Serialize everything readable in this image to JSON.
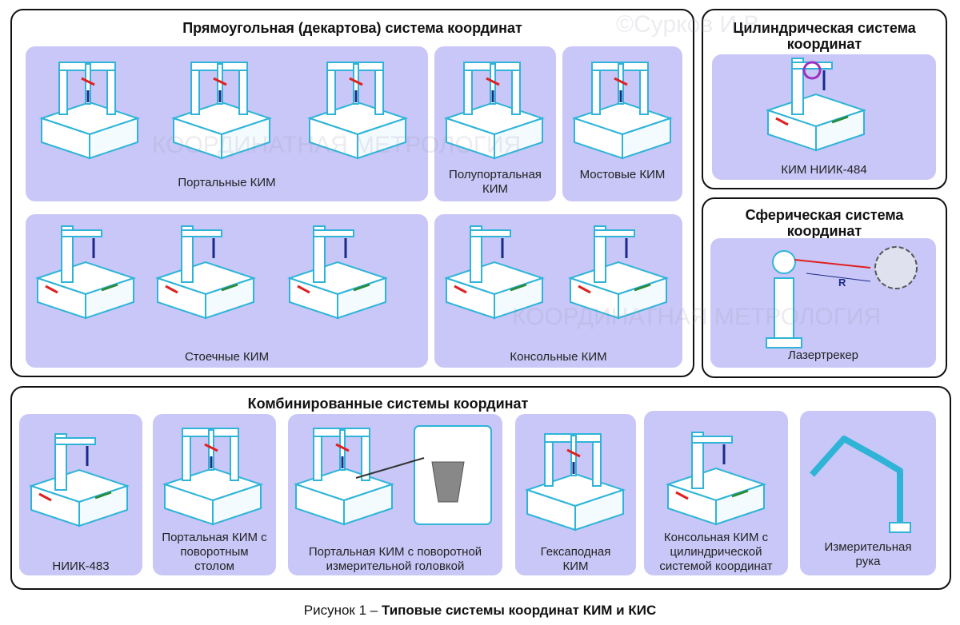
{
  "cartesian": {
    "title": "Прямоугольная (декартова) система координат",
    "portal": "Портальные  КИМ",
    "semi_portal": "Полупортальная КИМ",
    "bridge": "Мостовые КИМ",
    "column": "Стоечные КИМ",
    "cantilever": "Консольные КИМ"
  },
  "cylindrical": {
    "title": "Цилиндрическая система координат",
    "label": "КИМ НИИК-484"
  },
  "spherical": {
    "title": "Сферическая система координат",
    "label": "Лазертрекер",
    "r_label": "R"
  },
  "combined": {
    "title": "Комбинированные системы координат",
    "items": [
      {
        "label": "НИИК-483"
      },
      {
        "label": "Портальная  КИМ с поворотным столом"
      },
      {
        "label": "Портальная  КИМ с поворотной измерительной головкой"
      },
      {
        "label": "Гексаподная КИМ"
      },
      {
        "label": "Консольная КИМ с цилиндрической системой координат"
      },
      {
        "label": "Измерительная рука"
      }
    ]
  },
  "watermarks": [
    "©Сурков И.В.",
    "КООРДИНАТНАЯ МЕТРОЛОГИЯ"
  ],
  "caption": {
    "prefix": "Рисунок 1 – ",
    "text": "Типовые системы координат КИМ и КИС"
  },
  "colors": {
    "panel": "#c9c7f7",
    "outline": "#2fb4d8",
    "x_axis": "#e02020",
    "y_axis": "#2a8a3a",
    "z_axis": "#1a2a8a"
  }
}
